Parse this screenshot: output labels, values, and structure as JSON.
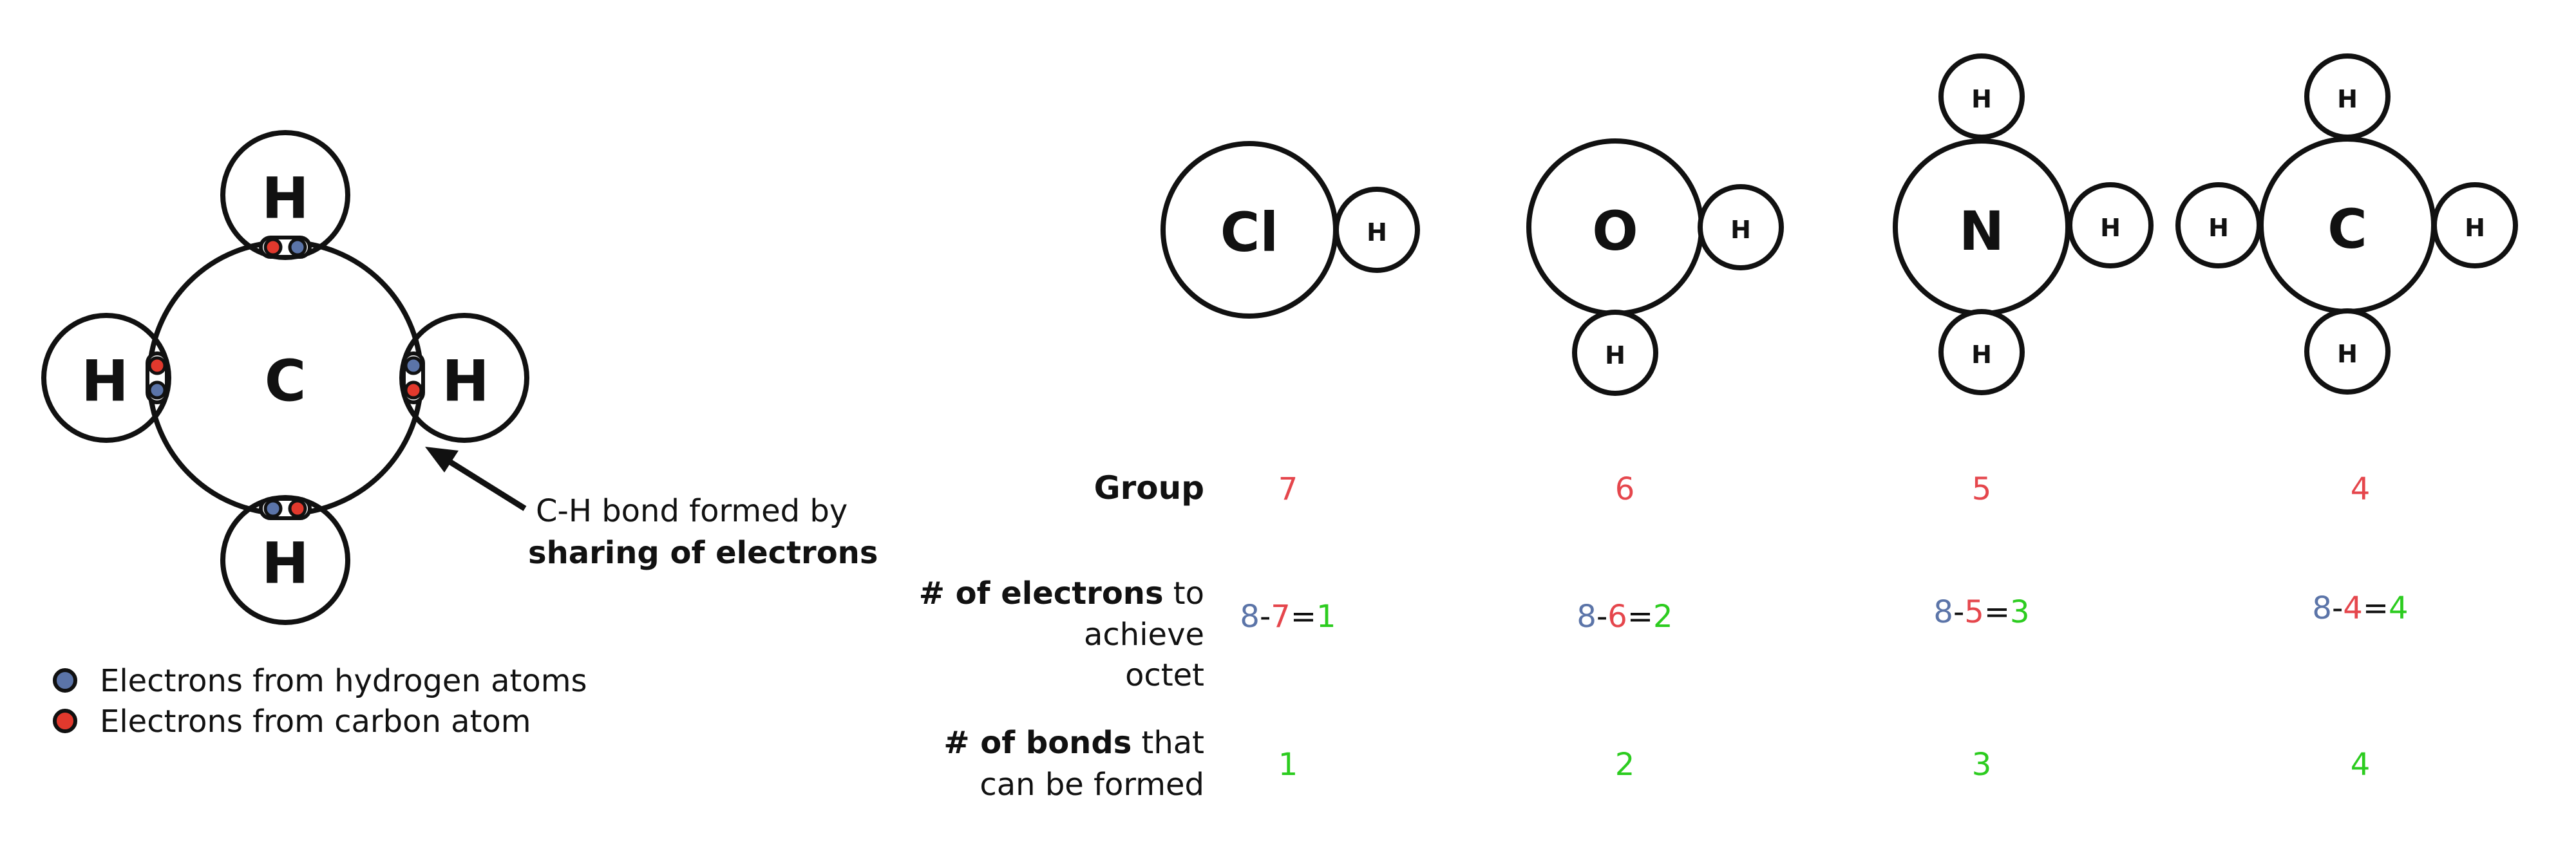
{
  "colors": {
    "hydrogen_electron": "#5b74a8",
    "carbon_electron": "#e2392d",
    "group_value": "#e5464c",
    "bond_value": "#2ccc1f",
    "octet_blue": "#5b74a8"
  },
  "methane": {
    "center_symbol": "C",
    "hydrogen_symbol": "H",
    "annotation_line1": "C-H bond formed by",
    "annotation_line2": "sharing of electrons"
  },
  "legend": {
    "hydrogen": "Electrons from hydrogen atoms",
    "carbon": "Electrons from carbon atom"
  },
  "molecules": [
    {
      "central": "Cl",
      "hydrogen": "H",
      "group": "7",
      "octet": "8",
      "minus": "-",
      "group_in_eq": "7",
      "eq": "=",
      "needed": "1",
      "bonds": "1"
    },
    {
      "central": "O",
      "hydrogen": "H",
      "group": "6",
      "octet": "8",
      "minus": "-",
      "group_in_eq": "6",
      "eq": "=",
      "needed": "2",
      "bonds": "2"
    },
    {
      "central": "N",
      "hydrogen": "H",
      "group": "5",
      "octet": "8",
      "minus": "-",
      "group_in_eq": "5",
      "eq": "=",
      "needed": "3",
      "bonds": "3"
    },
    {
      "central": "C",
      "hydrogen": "H",
      "group": "4",
      "octet": "8",
      "minus": "-",
      "group_in_eq": "4",
      "eq": "=",
      "needed": "4",
      "bonds": "4"
    }
  ],
  "rows": {
    "group_label": "Group",
    "electrons_bold": "# of electrons",
    "electrons_rest1": " to",
    "electrons_rest2": "achieve",
    "electrons_octet": "octet",
    "bonds_bold": "# of bonds",
    "bonds_rest1": " that",
    "bonds_rest2": "can be formed"
  }
}
